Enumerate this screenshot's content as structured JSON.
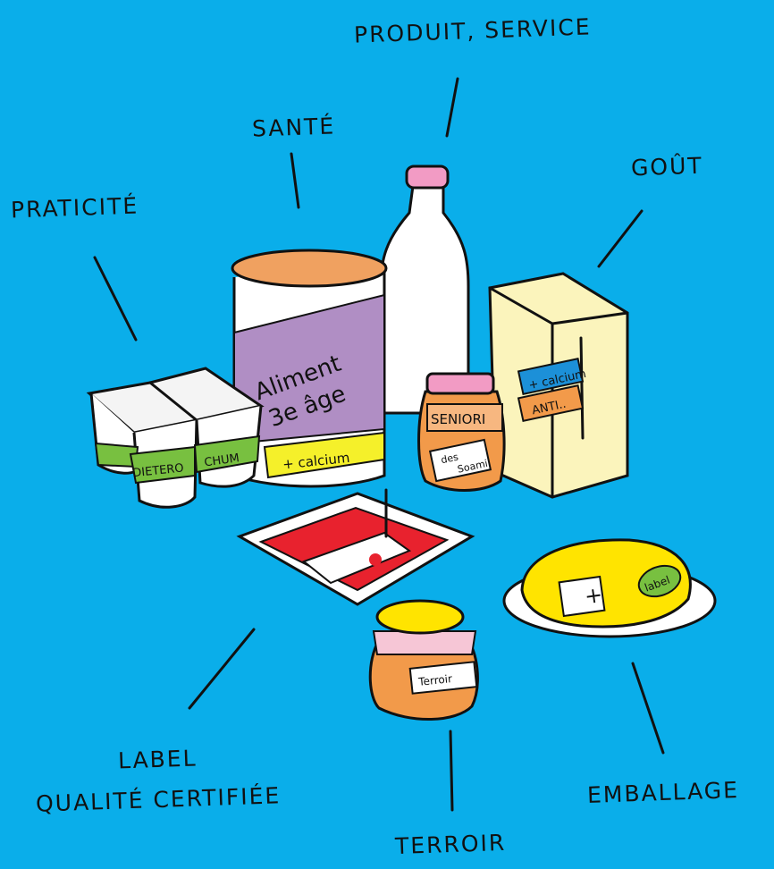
{
  "labels": {
    "produit_service": "PRODUIT, SERVICE",
    "sante": "SANTÉ",
    "gout": "GOÛT",
    "praticite": "PRATICITÉ",
    "label_line1": "LABEL",
    "label_line2": "QUALITÉ CERTIFIÉE",
    "emballage": "EMBALLAGE",
    "terroir": "TERROIR"
  },
  "products": {
    "tin_line1": "Aliment",
    "tin_line2": "3e âge",
    "tin_band": "+ calcium",
    "jar_label": "SENIORI",
    "jar_sticker_1": "des",
    "jar_sticker_2": "Soami",
    "box_band_1": "+ calcium",
    "box_band_2": "ANTI..",
    "yogurt_1": "DIETERO",
    "yogurt_2": "CHUM",
    "honey_label": "Terroir",
    "butter_cross": "+",
    "butter_badge": "label"
  },
  "colors": {
    "background": "#0aaeea",
    "tin_lid": "#f0a160",
    "tin_label": "#b08ec4",
    "tin_band": "#f5f02a",
    "bottle_cap": "#f29bc4",
    "box": "#fbf4bc",
    "box_band_blue": "#1c90d8",
    "box_band_orange": "#f29a4a",
    "jar_body": "#f29a4a",
    "yogurt_band": "#78c040",
    "tray_red": "#e8222e",
    "butter": "#ffe400"
  }
}
